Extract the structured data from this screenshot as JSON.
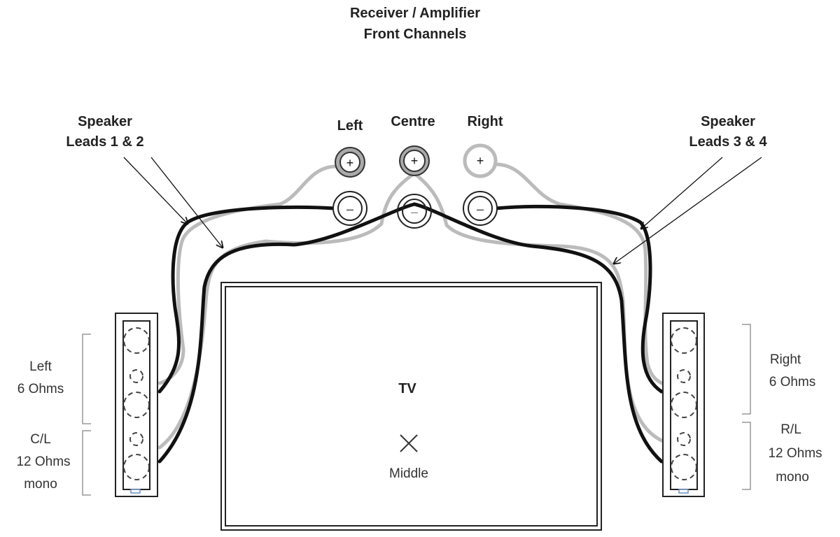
{
  "title": {
    "line1": "Receiver / Amplifier",
    "line2": "Front Channels"
  },
  "channels": {
    "left": "Left",
    "centre": "Centre",
    "right": "Right"
  },
  "terminals": {
    "plus": "+",
    "minus": "–"
  },
  "leads": {
    "left": {
      "line1": "Speaker",
      "line2": "Leads 1 & 2"
    },
    "right": {
      "line1": "Speaker",
      "line2": "Leads 3 & 4"
    }
  },
  "tv": {
    "label": "TV",
    "marker": "×",
    "middle": "Middle"
  },
  "left_speaker": {
    "upper": {
      "line1": "Left",
      "line2": "6 Ohms"
    },
    "lower": {
      "line1": "C/L",
      "line2": "12 Ohms",
      "line3": "mono"
    }
  },
  "right_speaker": {
    "upper": {
      "line1": "Right",
      "line2": "6 Ohms"
    },
    "lower": {
      "line1": "R/L",
      "line2": "12 Ohms",
      "line3": "mono"
    }
  },
  "colors": {
    "positive_wire": "#bbbbbb",
    "negative_wire": "#111111",
    "indicator": "#6a8fc0"
  }
}
